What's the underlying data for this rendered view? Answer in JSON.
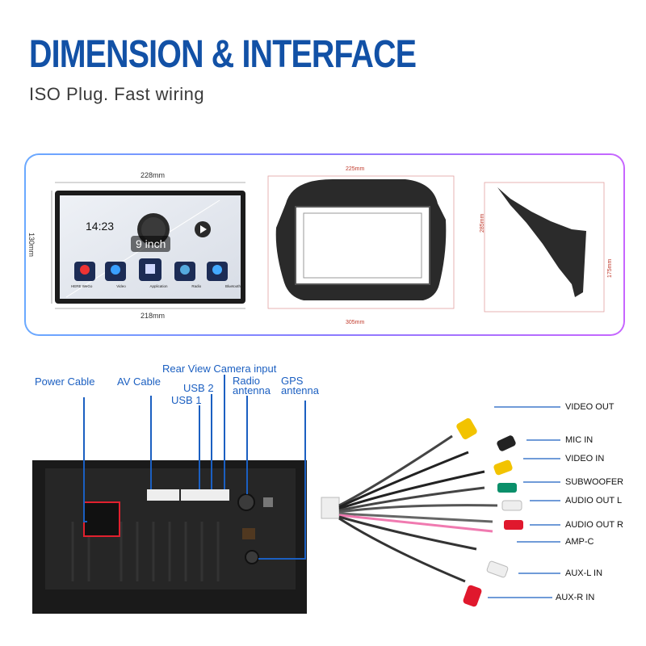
{
  "header": {
    "title": "DIMENSION & INTERFACE",
    "subtitle": "ISO Plug. Fast wiring"
  },
  "unit": {
    "width_top": "228mm",
    "width_bottom": "218mm",
    "height": "130mm",
    "screen_size": "9 inch",
    "clock": "14:23",
    "apps": [
      "HERE WeGo",
      "Video",
      "Application",
      "Radio",
      "Bluetooth"
    ]
  },
  "frame": {
    "width_top": "225mm",
    "width_bottom": "305mm"
  },
  "bracket": {
    "height_left": "285mm",
    "height_right": "175mm"
  },
  "ports": {
    "power": "Power Cable",
    "av": "AV Cable",
    "rear_camera": "Rear View Camera input",
    "usb2": "USB 2",
    "usb1": "USB 1",
    "radio_line1": "Radio",
    "radio_line2": "antenna",
    "gps_line1": "GPS",
    "gps_line2": "antenna"
  },
  "cables": [
    "VIDEO OUT",
    "MIC IN",
    "VIDEO IN",
    "SUBWOOFER",
    "AUDIO OUT L",
    "AUDIO OUT R",
    "AMP-C",
    "AUX-L IN",
    "AUX-R IN"
  ],
  "colors": {
    "title": "#1251a6",
    "label_blue": "#1b5fc1",
    "yellow": "#f2c300",
    "black": "#222222",
    "green": "#0a8f6a",
    "white": "#eeeeee",
    "red": "#e0182d",
    "pink": "#f07ab0"
  }
}
